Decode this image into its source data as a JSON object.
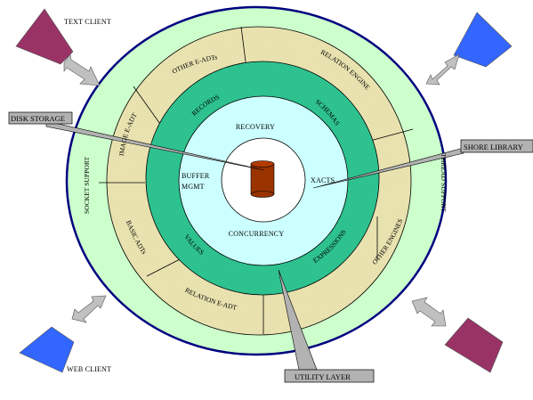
{
  "clients": {
    "text_client": "TEXT CLIENT",
    "web_client": "WEB CLIENT"
  },
  "callouts": {
    "disk_storage": "DISK STORAGE",
    "shore_library": "SHORE LIBRARY",
    "utility_layer": "UTILITY LAYER"
  },
  "outer_ring": {
    "left": "SOCKET SUPPORT",
    "right": "THREAD SUPPORT"
  },
  "tan_ring": {
    "other_e_adts": "OTHER E-ADTs",
    "relation_engine": "RELATION ENGINE",
    "image_e_adt": "IMAGE E-ADT",
    "basic_adts": "BASIC ADTs",
    "relation_e_adt": "RELATION E-ADT",
    "other_engines": "OTHER ENGINES"
  },
  "green_ring": {
    "records": "RECORDS",
    "schemas": "SCHEMAS",
    "values": "VALUES",
    "expressions": "EXPRESSIONS"
  },
  "core": {
    "recovery": "RECOVERY",
    "buffer_line1": "BUFFER",
    "buffer_line2": "MGMT",
    "xacts": "XACTS",
    "concurrency": "CONCURRENCY"
  },
  "colors": {
    "outer_ring": "#ccffcc",
    "outer_ring_border": "#000080",
    "tan_ring": "#eee8b8",
    "green_ring": "#33cc99",
    "inner_circle": "#ccffff",
    "core_circle": "#ffffff",
    "disk": "#993300",
    "client_magenta": "#993366",
    "client_blue": "#3366ff",
    "callout_box": "#b2b2b2",
    "arrow": "#c0c0c0"
  }
}
